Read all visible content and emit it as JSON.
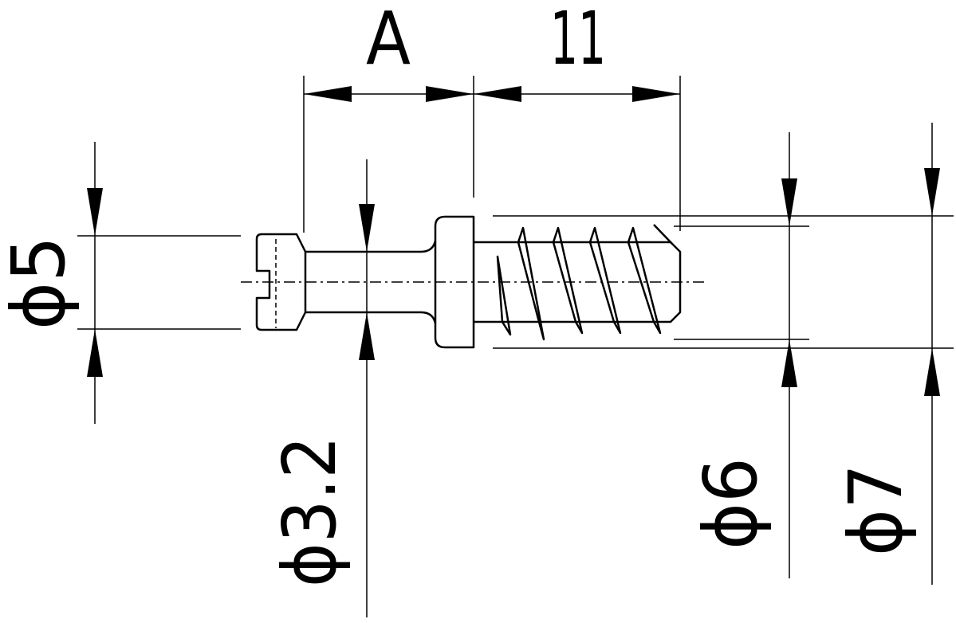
{
  "dimensions": {
    "length_a": "A",
    "length_thread": "11",
    "dia_head": "ϕ5",
    "dia_neck": "ϕ3.2",
    "dia_thread_minor": "ϕ6",
    "dia_thread_major": "ϕ7"
  }
}
